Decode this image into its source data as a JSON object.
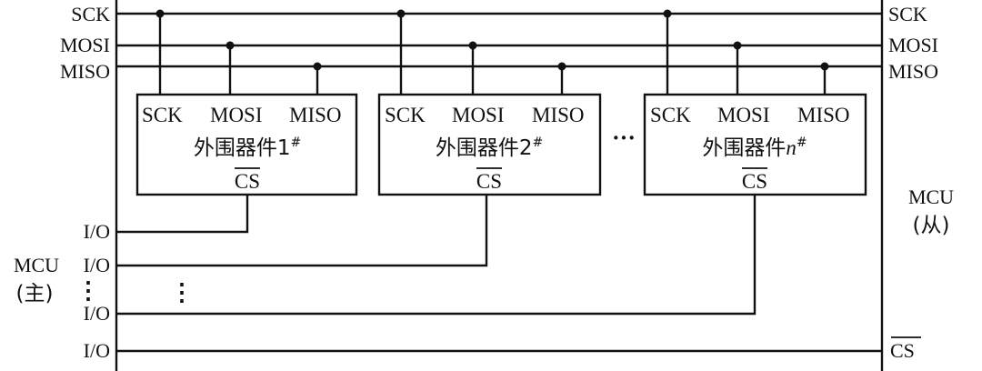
{
  "buses": [
    "SCK",
    "MOSI",
    "MISO"
  ],
  "master": {
    "title": "MCU",
    "subtitle": "(主)",
    "io_label": "I/O",
    "vdots": "⋮"
  },
  "slave": {
    "title": "MCU",
    "subtitle": "(从)",
    "cs_label": "CS"
  },
  "peripherals": [
    {
      "name": "外围器件1",
      "sup": "#",
      "cs": "CS"
    },
    {
      "name": "外围器件2",
      "sup": "#",
      "cs": "CS"
    },
    {
      "name": "外围器件",
      "italic_suffix": "n",
      "sup": "#",
      "cs": "CS"
    }
  ],
  "between_dots": "···",
  "wiring_dots": "⋮"
}
